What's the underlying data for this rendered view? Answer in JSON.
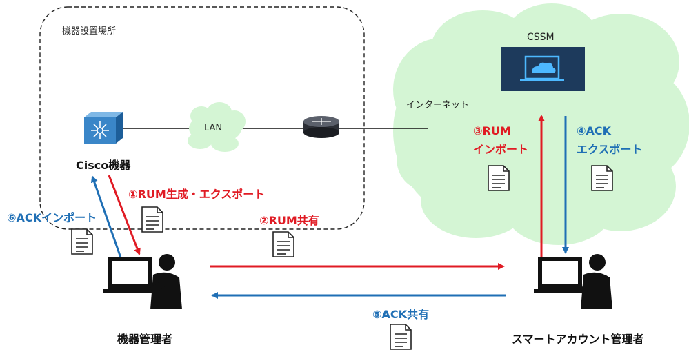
{
  "site": {
    "label": "機器設置場所"
  },
  "internet": {
    "label": "インターネット"
  },
  "lan": {
    "label": "LAN"
  },
  "cssm": {
    "label": "CSSM"
  },
  "devices": {
    "cisco_label": "Cisco機器"
  },
  "actors": {
    "device_admin": "機器管理者",
    "smart_account_admin": "スマートアカウント管理者"
  },
  "steps": {
    "s1": "①RUM生成・エクスポート",
    "s2": "②RUM共有",
    "s3_line1": "③RUM",
    "s3_line2": "インポート",
    "s4_line1": "④ACK",
    "s4_line2": "エクスポート",
    "s5": "⑤ACK共有",
    "s6": "⑥ACKインポート"
  },
  "colors": {
    "red": "#e01b24",
    "blue": "#1f6fb5",
    "cloud": "#d4f5d4",
    "cssm_bg": "#1d3a5c",
    "switch": "#3a86c8"
  },
  "icons": [
    "switch-icon",
    "router-icon",
    "laptop-cloud-icon",
    "document-icon",
    "person-laptop-icon"
  ]
}
